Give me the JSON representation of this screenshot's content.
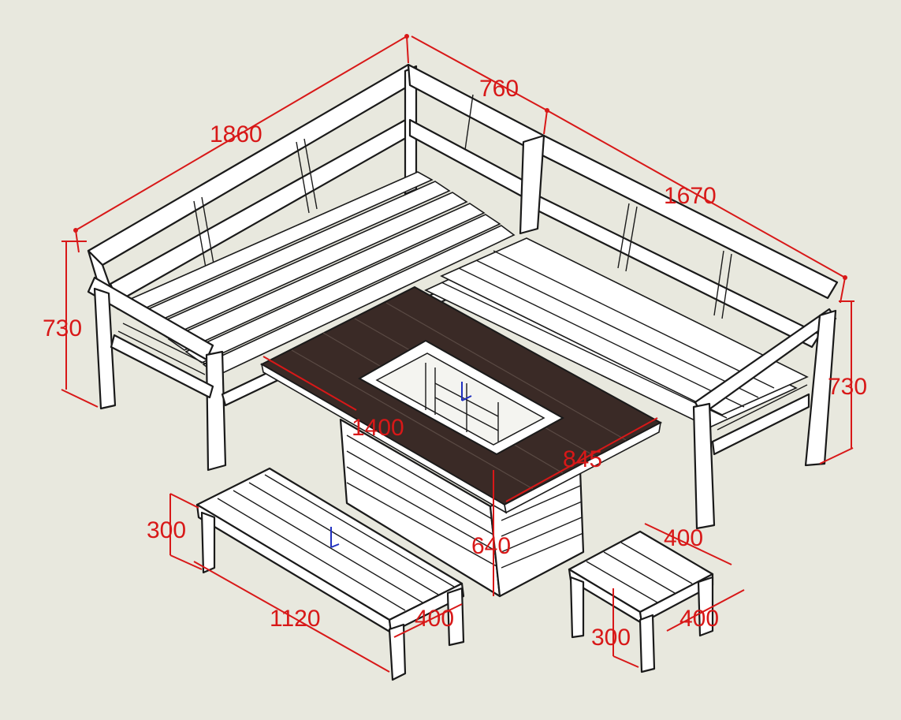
{
  "dimensions": {
    "left_sofa_length": "1860",
    "corner_depth": "760",
    "right_sofa_length": "1670",
    "left_sofa_height": "730",
    "right_sofa_height": "730",
    "table_length": "1400",
    "table_width": "845",
    "table_height": "640",
    "bench_height": "300",
    "bench_length": "1120",
    "bench_width": "400",
    "stool_length": "400",
    "stool_width": "400",
    "stool_height": "300"
  },
  "colors": {
    "background": "#e8e8de",
    "dimension": "#d81818",
    "tabletop": "#3a2a26",
    "frame": "#ffffff"
  }
}
